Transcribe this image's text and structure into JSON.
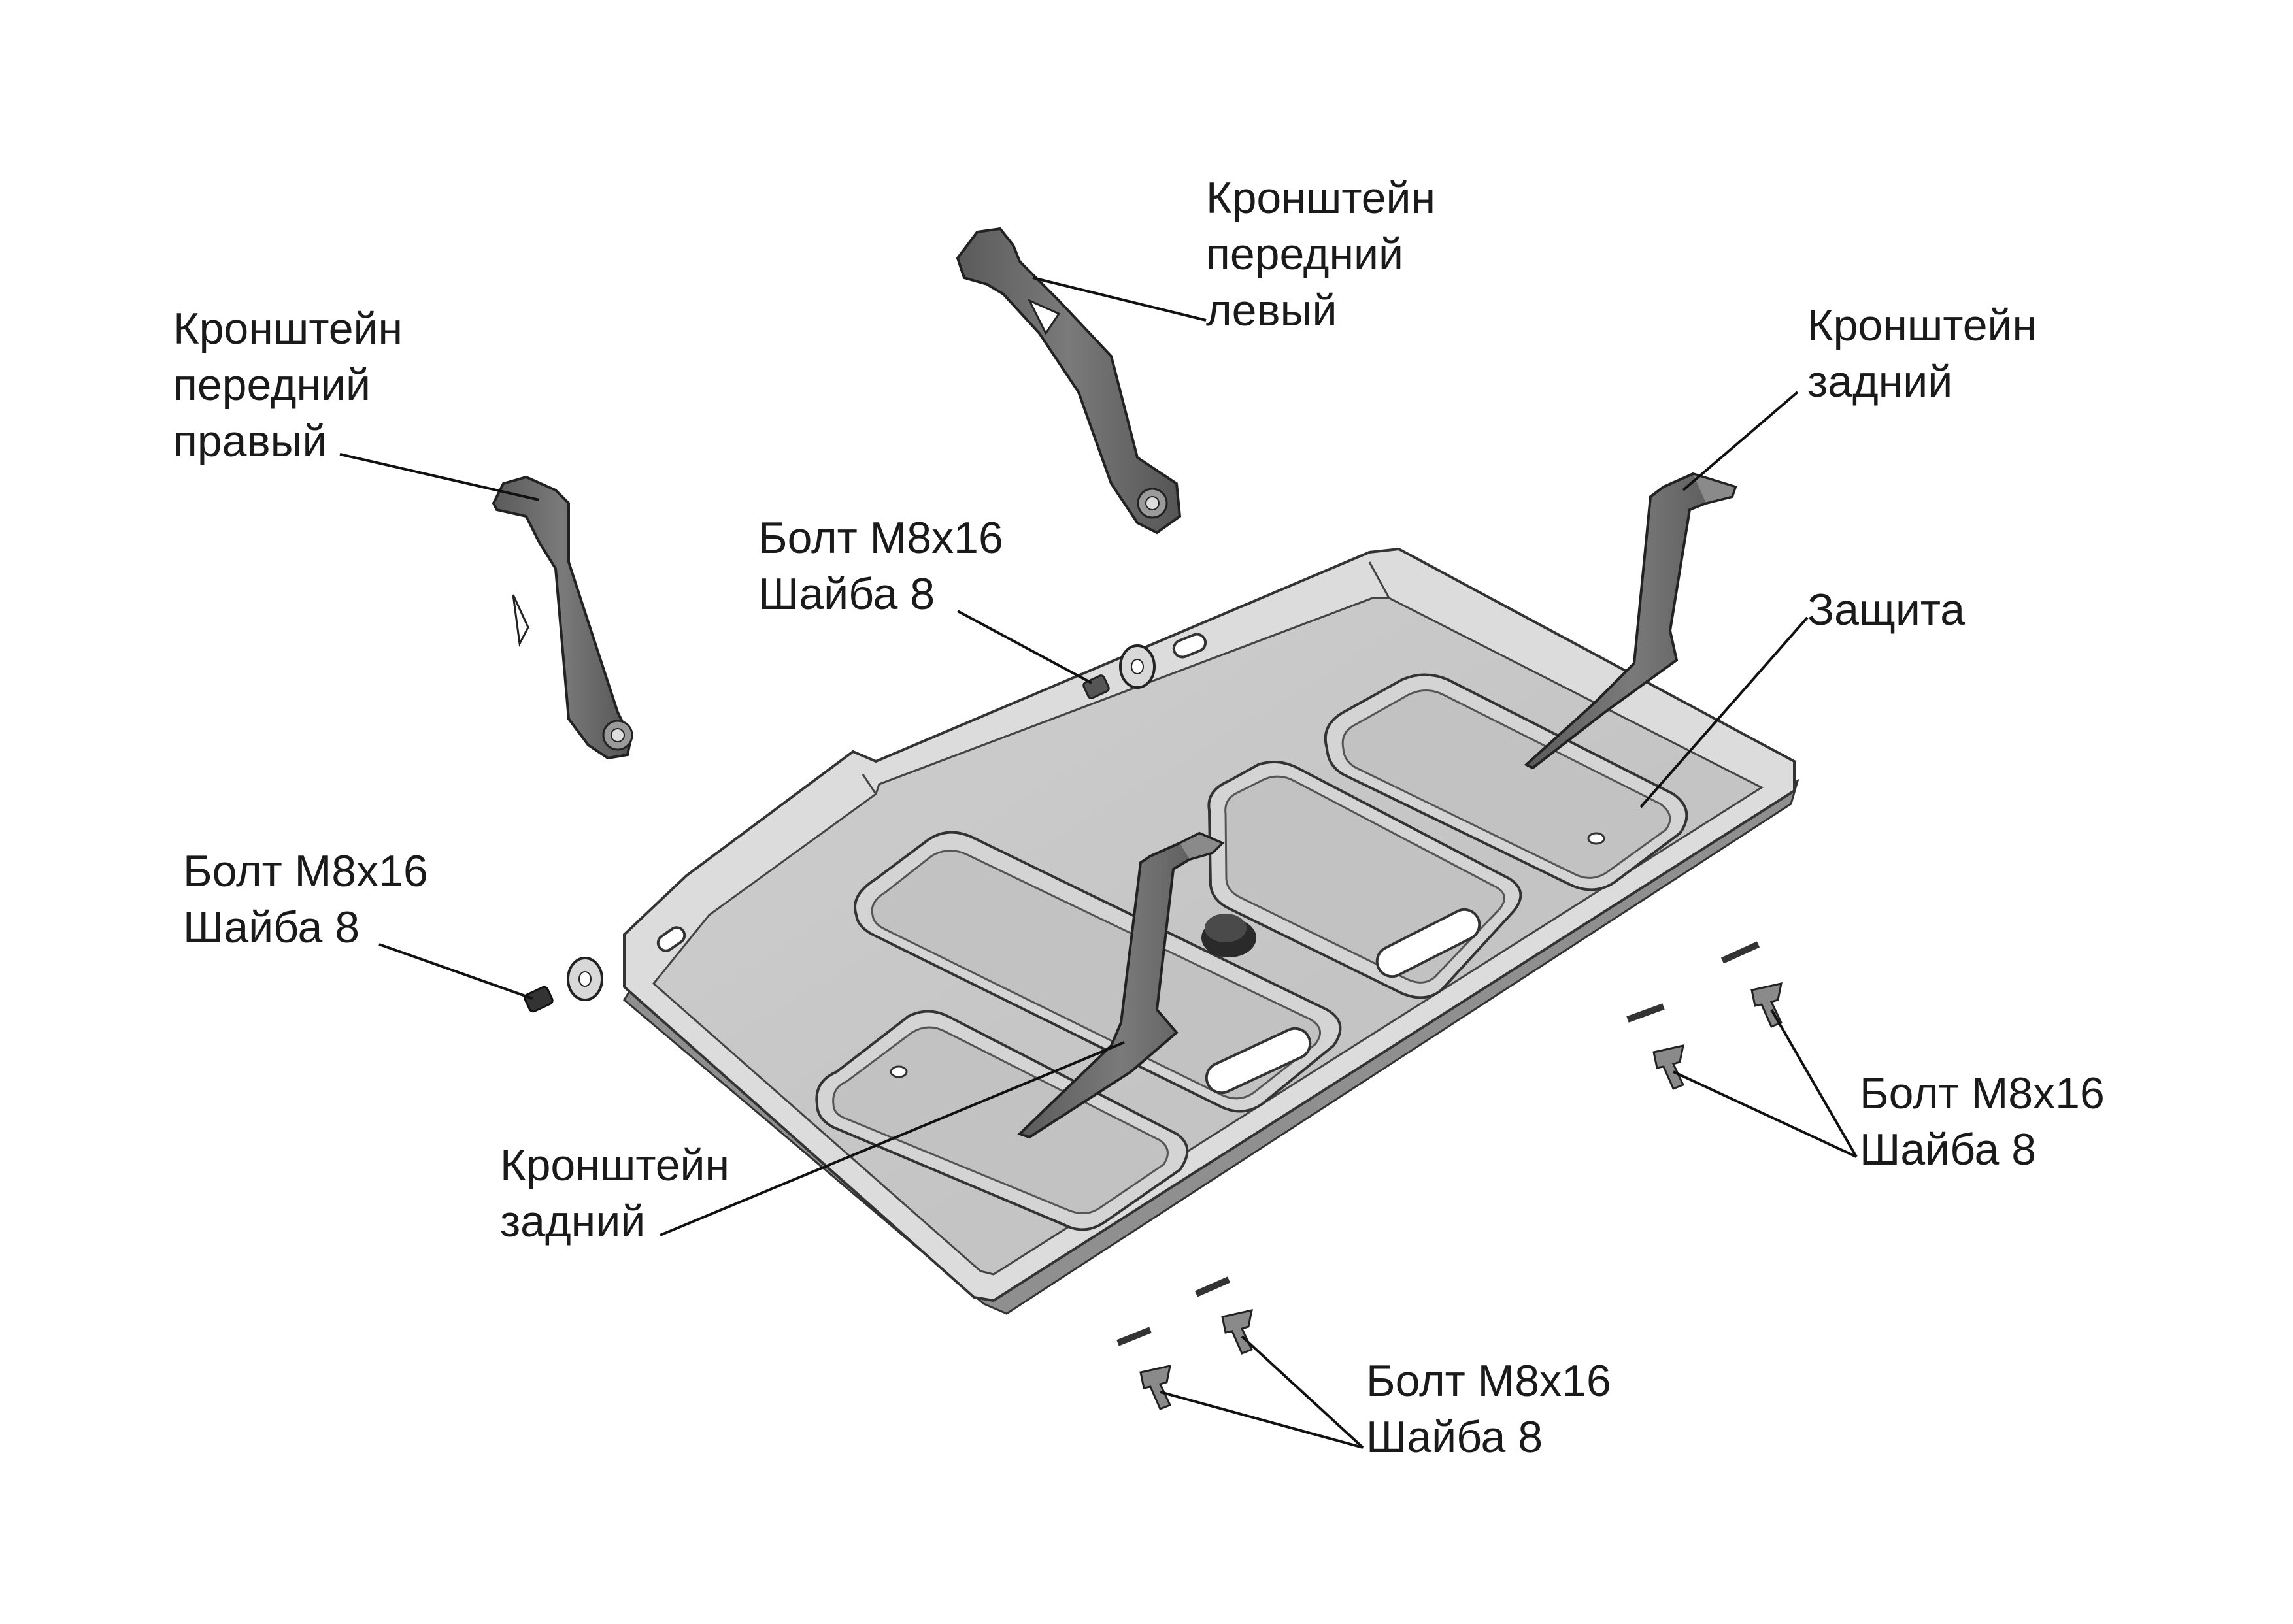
{
  "labels": {
    "bracket_front_right": {
      "line1": "Кронштейн",
      "line2": "передний",
      "line3": "правый"
    },
    "bracket_front_left": {
      "line1": "Кронштейн",
      "line2": "передний",
      "line3": "левый"
    },
    "bracket_rear_right": {
      "line1": "Кронштейн",
      "line2": "задний"
    },
    "guard": {
      "text": "Защита"
    },
    "bolt_top": {
      "line1": "Болт М8х16",
      "line2": "Шайба 8"
    },
    "bolt_left": {
      "line1": "Болт М8х16",
      "line2": "Шайба 8"
    },
    "bracket_rear_center": {
      "line1": "Кронштейн",
      "line2": "задний"
    },
    "bolt_right": {
      "line1": "Болт М8х16",
      "line2": "Шайба 8"
    },
    "bolt_bottom": {
      "line1": "Болт М8х16",
      "line2": "Шайба 8"
    }
  },
  "colors": {
    "plate": "#c9c9c9",
    "plate_top": "#b8b8b8",
    "rim": "#dedede",
    "bracket": "#6b6b6b",
    "outline": "#333333",
    "leader": "#111111"
  }
}
